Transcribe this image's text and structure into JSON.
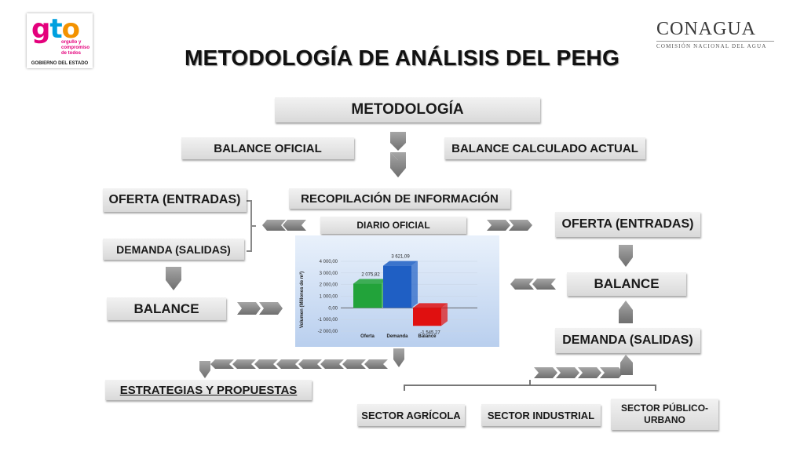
{
  "title": "METODOLOGÍA DE ANÁLISIS DEL PEHG",
  "logos": {
    "gto_word": "gto",
    "gto_slogan": "orgullo y compromiso de todos",
    "gto_org": "GOBIERNO DEL ESTADO",
    "conagua_word": "CONAGUA",
    "conagua_sub": "COMISIÓN NACIONAL DEL AGUA"
  },
  "boxes": {
    "metodologia": "METODOLOGÍA",
    "balance_oficial": "BALANCE OFICIAL",
    "balance_calculado": "BALANCE CALCULADO ACTUAL",
    "oferta_left": "OFERTA (ENTRADAS)",
    "recopilacion": "RECOPILACIÓN DE INFORMACIÓN",
    "diario_oficial": "DIARIO OFICIAL",
    "oferta_right": "OFERTA (ENTRADAS)",
    "demanda_left": "DEMANDA (SALIDAS)",
    "balance_right": "BALANCE",
    "balance_left": "BALANCE",
    "demanda_right": "DEMANDA (SALIDAS)",
    "estrategias": "ESTRATEGIAS Y PROPUESTAS",
    "sector_agricola": "SECTOR AGRÍCOLA",
    "sector_industrial": "SECTOR INDUSTRIAL",
    "sector_publico": "SECTOR PÚBLICO-URBANO"
  },
  "colors": {
    "oferta": "#22a33a",
    "demanda": "#1f5fc4",
    "balance": "#e01010",
    "arrow": "#8c8c8c"
  },
  "chart_data": {
    "type": "bar",
    "categories": [
      "Oferta",
      "Demanda",
      "Balance"
    ],
    "values": [
      2075.82,
      3621.09,
      -1545.27
    ],
    "value_labels": [
      "2 075,82",
      "3 621,09",
      "-1 545,27"
    ],
    "ylabel": "Volumen (Millones de m³)",
    "ylim": [
      -2000,
      4000
    ],
    "yticks": [
      4000,
      3000,
      2000,
      1000,
      0,
      -1000,
      -2000
    ],
    "ytick_labels": [
      "4 000,00",
      "3 000,00",
      "2 000,00",
      "1 000,00",
      "0,00",
      "-1 000,00",
      "-2 000,00"
    ],
    "grid": true
  }
}
